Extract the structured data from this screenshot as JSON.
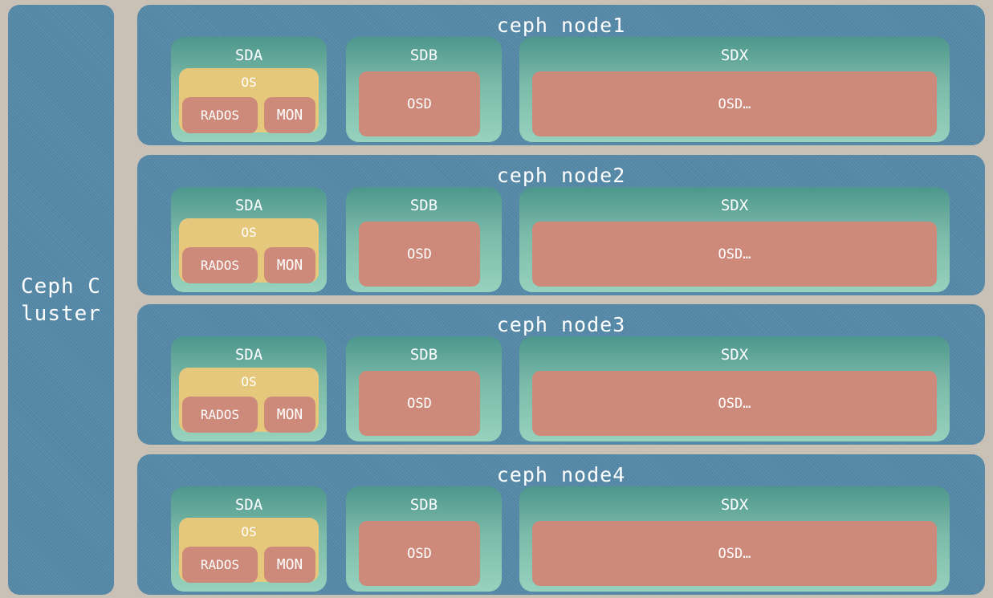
{
  "cluster": {
    "label": "Ceph Cluster"
  },
  "labels": {
    "sda": "SDA",
    "sdb": "SDB",
    "sdx": "SDX",
    "os": "OS",
    "rados": "RADOS",
    "mon": "MON",
    "osd": "OSD",
    "osd_more": "OSD…"
  },
  "nodes": [
    {
      "title": "ceph node1"
    },
    {
      "title": "ceph node2"
    },
    {
      "title": "ceph node3"
    },
    {
      "title": "ceph node4"
    }
  ],
  "colors": {
    "background": "#c9c0b6",
    "node": "#5589a8",
    "disk": "#96d2bd",
    "os": "#e6c87c",
    "service": "#cd897a",
    "text": "#ffffff"
  }
}
